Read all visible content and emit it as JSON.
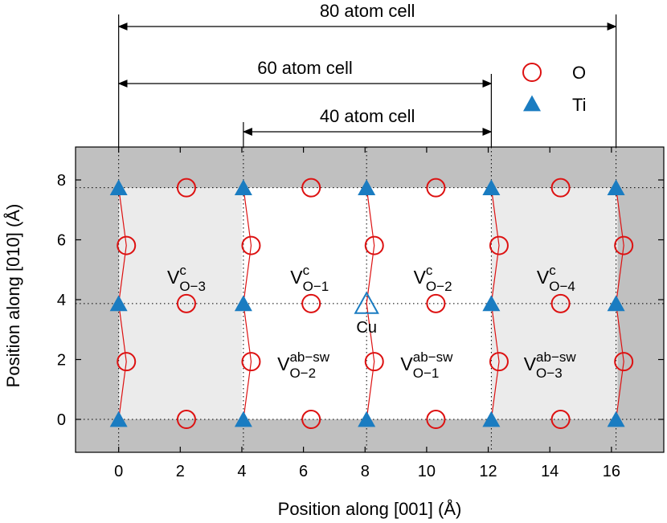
{
  "chart_data": {
    "type": "scatter",
    "xlabel": "Position along [001] (Å)",
    "ylabel": "Position along [010] (Å)",
    "xlim": [
      -1.4,
      17.7
    ],
    "ylim": [
      -1.1,
      9.1
    ],
    "xticks": [
      0,
      2,
      4,
      6,
      8,
      10,
      12,
      14,
      16
    ],
    "yticks": [
      0,
      2,
      4,
      6,
      8
    ],
    "grid": "dotted lines at x = 0, 4, 8, 12, 16 and y = 0, 3.87, 7.74",
    "colors": {
      "outer_region": "#c0c0c0",
      "inner_light_region": "#ebebeb",
      "inner_white_region": "#ffffff",
      "oxygen": "#dd1111",
      "titanium": "#1a7cc1",
      "bond_line": "#dd1111"
    },
    "regions": [
      {
        "fill": "outer_region",
        "x": [
          -1.4,
          17.7
        ],
        "y": [
          -1.1,
          9.1
        ]
      },
      {
        "fill": "inner_light_region",
        "x": [
          0,
          16.2
        ],
        "y": [
          0,
          7.74
        ]
      },
      {
        "fill": "inner_white_region",
        "x": [
          4.0,
          12.1
        ],
        "y": [
          0,
          7.74
        ]
      }
    ],
    "series": [
      {
        "name": "O",
        "marker": "open-circle",
        "color": "#dd1111",
        "points": [
          [
            0.25,
            1.93
          ],
          [
            0.25,
            5.81
          ],
          [
            2.2,
            0.0
          ],
          [
            2.2,
            3.87
          ],
          [
            2.2,
            7.74
          ],
          [
            4.3,
            1.93
          ],
          [
            4.3,
            5.81
          ],
          [
            6.25,
            0.0
          ],
          [
            6.25,
            3.87
          ],
          [
            6.25,
            7.74
          ],
          [
            8.3,
            1.93
          ],
          [
            8.3,
            5.81
          ],
          [
            10.3,
            0.0
          ],
          [
            10.3,
            3.87
          ],
          [
            10.3,
            7.74
          ],
          [
            12.35,
            1.93
          ],
          [
            12.35,
            5.81
          ],
          [
            14.35,
            0.0
          ],
          [
            14.35,
            3.87
          ],
          [
            14.35,
            7.74
          ],
          [
            16.4,
            1.93
          ],
          [
            16.4,
            5.81
          ]
        ]
      },
      {
        "name": "Ti",
        "marker": "filled-triangle",
        "color": "#1a7cc1",
        "points": [
          [
            0.0,
            0.0
          ],
          [
            0.0,
            3.87
          ],
          [
            0.0,
            7.74
          ],
          [
            4.05,
            0.0
          ],
          [
            4.05,
            3.87
          ],
          [
            4.05,
            7.74
          ],
          [
            8.05,
            0.0
          ],
          [
            8.05,
            7.74
          ],
          [
            12.1,
            0.0
          ],
          [
            12.1,
            3.87
          ],
          [
            12.1,
            7.74
          ],
          [
            16.15,
            0.0
          ],
          [
            16.15,
            3.87
          ],
          [
            16.15,
            7.74
          ]
        ]
      }
    ],
    "substituent": {
      "label": "Cu",
      "x": 8.05,
      "y": 3.87,
      "marker": "open-triangle",
      "color": "#1a7cc1"
    },
    "chains": [
      [
        [
          0.0,
          0.0
        ],
        [
          0.25,
          1.93
        ],
        [
          0.0,
          3.87
        ],
        [
          0.25,
          5.81
        ],
        [
          0.0,
          7.74
        ]
      ],
      [
        [
          4.05,
          0.0
        ],
        [
          4.3,
          1.93
        ],
        [
          4.05,
          3.87
        ],
        [
          4.3,
          5.81
        ],
        [
          4.05,
          7.74
        ]
      ],
      [
        [
          8.05,
          0.0
        ],
        [
          8.3,
          1.93
        ],
        [
          8.05,
          3.87
        ],
        [
          8.3,
          5.81
        ],
        [
          8.05,
          7.74
        ]
      ],
      [
        [
          12.1,
          0.0
        ],
        [
          12.35,
          1.93
        ],
        [
          12.1,
          3.87
        ],
        [
          12.35,
          5.81
        ],
        [
          12.1,
          7.74
        ]
      ],
      [
        [
          16.15,
          0.0
        ],
        [
          16.4,
          1.93
        ],
        [
          16.15,
          3.87
        ],
        [
          16.4,
          5.81
        ],
        [
          16.15,
          7.74
        ]
      ]
    ],
    "site_labels": [
      {
        "base": "V",
        "sup": "c",
        "sub": "O−3",
        "x": 2.2,
        "y": 4.8
      },
      {
        "base": "V",
        "sup": "c",
        "sub": "O−1",
        "x": 6.2,
        "y": 4.8
      },
      {
        "base": "V",
        "sup": "c",
        "sub": "O−2",
        "x": 10.2,
        "y": 4.8
      },
      {
        "base": "V",
        "sup": "c",
        "sub": "O−4",
        "x": 14.2,
        "y": 4.8
      },
      {
        "base": "V",
        "sup": "ab−sw",
        "sub": "O−2",
        "x": 6.0,
        "y": 1.9
      },
      {
        "base": "V",
        "sup": "ab−sw",
        "sub": "O−1",
        "x": 10.0,
        "y": 1.9
      },
      {
        "base": "V",
        "sup": "ab−sw",
        "sub": "O−3",
        "x": 14.0,
        "y": 1.9
      }
    ],
    "cell_spans": [
      {
        "label": "80 atom cell",
        "x": [
          0,
          16.15
        ]
      },
      {
        "label": "60 atom cell",
        "x": [
          0,
          12.1
        ]
      },
      {
        "label": "40 atom cell",
        "x": [
          4.05,
          12.1
        ]
      }
    ]
  }
}
